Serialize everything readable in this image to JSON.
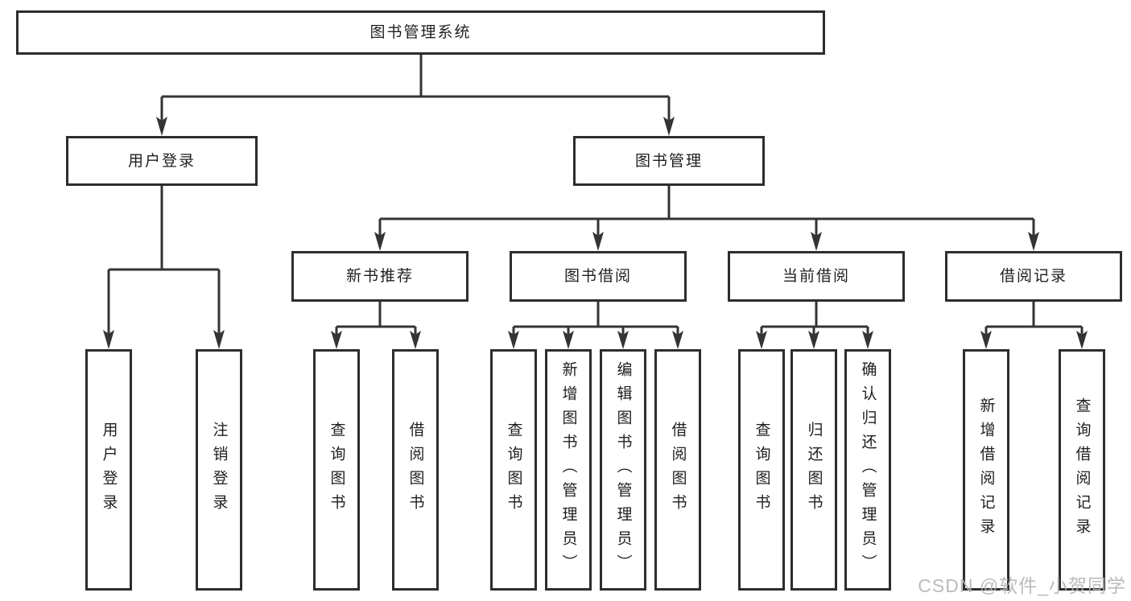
{
  "diagram_type": "hierarchy-tree",
  "colors": {
    "line": "#343434",
    "box_border": "#2d2d2d",
    "text": "#1f1f1f",
    "background": "#ffffff",
    "watermark_text_color": "#b4b4b4"
  },
  "watermark": "CSDN @软件_小贺同学",
  "nodes": {
    "root": {
      "label": "图书管理系统"
    },
    "level2": [
      {
        "id": "user-login",
        "label": "用户登录",
        "parent": "图书管理系统"
      },
      {
        "id": "book-management",
        "label": "图书管理",
        "parent": "图书管理系统"
      }
    ],
    "level3": [
      {
        "id": "new-book-recommendation",
        "label": "新书推荐",
        "parent": "图书管理"
      },
      {
        "id": "book-borrowing",
        "label": "图书借阅",
        "parent": "图书管理"
      },
      {
        "id": "current-borrowing",
        "label": "当前借阅",
        "parent": "图书管理"
      },
      {
        "id": "borrowing-records",
        "label": "借阅记录",
        "parent": "图书管理"
      }
    ],
    "leaves": [
      {
        "parent": "用户登录",
        "label": "用户登录"
      },
      {
        "parent": "用户登录",
        "label": "注销登录"
      },
      {
        "parent": "新书推荐",
        "label": "查询图书"
      },
      {
        "parent": "新书推荐",
        "label": "借阅图书"
      },
      {
        "parent": "图书借阅",
        "label": "查询图书"
      },
      {
        "parent": "图书借阅",
        "label": "新增图书（管理员）"
      },
      {
        "parent": "图书借阅",
        "label": "编辑图书（管理员）"
      },
      {
        "parent": "图书借阅",
        "label": "借阅图书"
      },
      {
        "parent": "当前借阅",
        "label": "查询图书"
      },
      {
        "parent": "当前借阅",
        "label": "归还图书"
      },
      {
        "parent": "当前借阅",
        "label": "确认归还（管理员）"
      },
      {
        "parent": "借阅记录",
        "label": "新增借阅记录"
      },
      {
        "parent": "借阅记录",
        "label": "查询借阅记录"
      }
    ]
  }
}
